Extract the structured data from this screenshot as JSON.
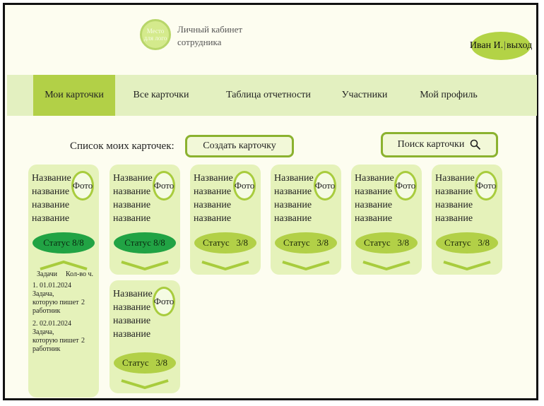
{
  "header": {
    "logo_text": "Место для лого",
    "cabinet_title": "Личный кабинет сотрудника",
    "user_name": "Иван И.",
    "separator": "|",
    "logout": "выход"
  },
  "nav": {
    "items": [
      {
        "label": "Мои карточки",
        "active": true
      },
      {
        "label": "Все карточки",
        "active": false
      },
      {
        "label": "Таблица отчетности",
        "active": false
      },
      {
        "label": "Участники",
        "active": false
      },
      {
        "label": "Мой профиль",
        "active": false
      }
    ]
  },
  "toolbar": {
    "list_title": "Список моих карточек:",
    "create_label": "Создать  карточку",
    "search_label": "Поиск карточки"
  },
  "cards": [
    {
      "title": "Название\nназвание\nназвание\nназвание",
      "photo": "Фото",
      "status": "Статус 8/8",
      "state": "done"
    },
    {
      "title": "Название\nназвание\nназвание\nназвание",
      "photo": "Фото",
      "status": "Статус 8/8",
      "state": "done"
    },
    {
      "title": "Название\nназвание\nназвание\nназвание",
      "photo": "Фото",
      "status": "Статус   3/8",
      "state": "partial"
    },
    {
      "title": "Название\nназвание\nназвание\nназвание",
      "photo": "Фото",
      "status": "Статус   3/8",
      "state": "partial"
    },
    {
      "title": "Название\nназвание\nназвание\nназвание",
      "photo": "Фото",
      "status": "Статус   3/8",
      "state": "partial"
    },
    {
      "title": "Название\nназвание\nназвание\nназвание",
      "photo": "Фото",
      "status": "Статус   3/8",
      "state": "partial"
    },
    {
      "title": "Название\nназвание\nназвание\nназвание",
      "photo": "Фото",
      "status": "Статус   3/8",
      "state": "partial"
    }
  ],
  "tasks": {
    "col_task": "Задачи",
    "col_hours": "Кол-во ч.",
    "items": [
      {
        "text": "1. 01.01.2024\nЗадача,\nкоторую пишет\nработник",
        "hours": "2"
      },
      {
        "text": "2. 02.01.2024\nЗадача,\nкоторую пишет\nработник",
        "hours": "2"
      }
    ]
  },
  "colors": {
    "accent": "#b2d047",
    "nav_bg": "#e3f0c0",
    "card_bg": "#e5f2ba",
    "status_done": "#21a344",
    "status_partial": "#b2d047"
  }
}
